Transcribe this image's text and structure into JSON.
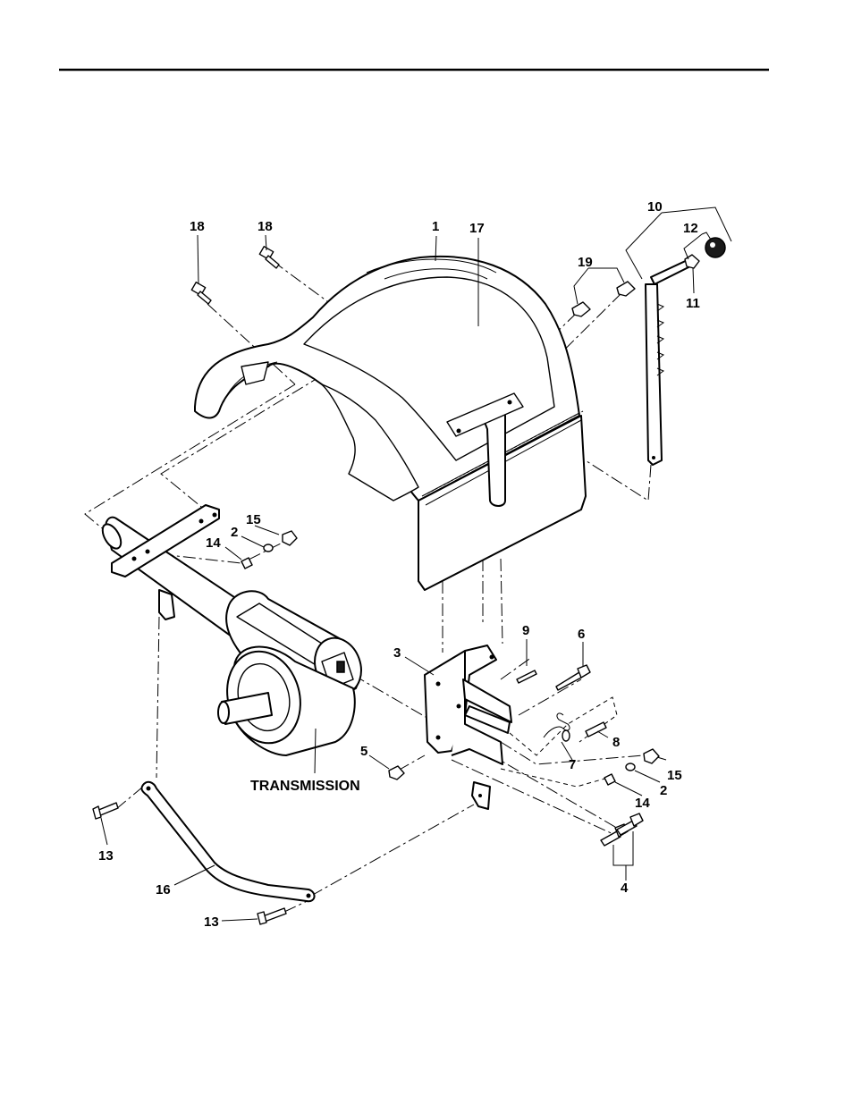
{
  "callouts": {
    "c1": "1",
    "c2a": "2",
    "c2b": "2",
    "c3": "3",
    "c4": "4",
    "c5": "5",
    "c6": "6",
    "c7": "7",
    "c8": "8",
    "c9": "9",
    "c10": "10",
    "c11": "11",
    "c12": "12",
    "c13a": "13",
    "c13b": "13",
    "c14a": "14",
    "c14b": "14",
    "c15a": "15",
    "c15b": "15",
    "c16": "16",
    "c17": "17",
    "c18a": "18",
    "c18b": "18",
    "c19": "19"
  },
  "labels": {
    "transmission": "TRANSMISSION"
  }
}
